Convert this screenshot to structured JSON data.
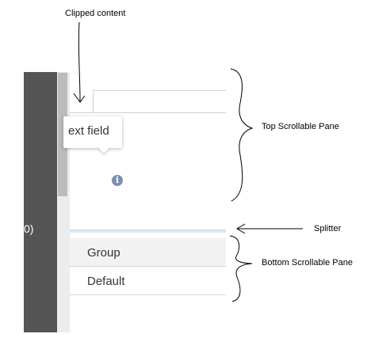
{
  "annotations": {
    "clipped_content": "Clipped content",
    "top_scrollable_pane": "Top Scrollable Pane",
    "splitter": "Splitter",
    "bottom_scrollable_pane": "Bottom Scrollable Pane"
  },
  "panel": {
    "left_text": "0)"
  },
  "top_pane": {
    "tooltip_text": "ext field",
    "info_icon": "info-icon"
  },
  "bottom_pane": {
    "rows": [
      {
        "label": "Group"
      },
      {
        "label": "Default"
      }
    ]
  },
  "colors": {
    "dark_panel": "#555555",
    "scroll_thumb": "#bcbcbc",
    "info_icon": "#7a8fb0",
    "splitter": "#dce8f5",
    "selected_row": "#f2f2f2"
  }
}
